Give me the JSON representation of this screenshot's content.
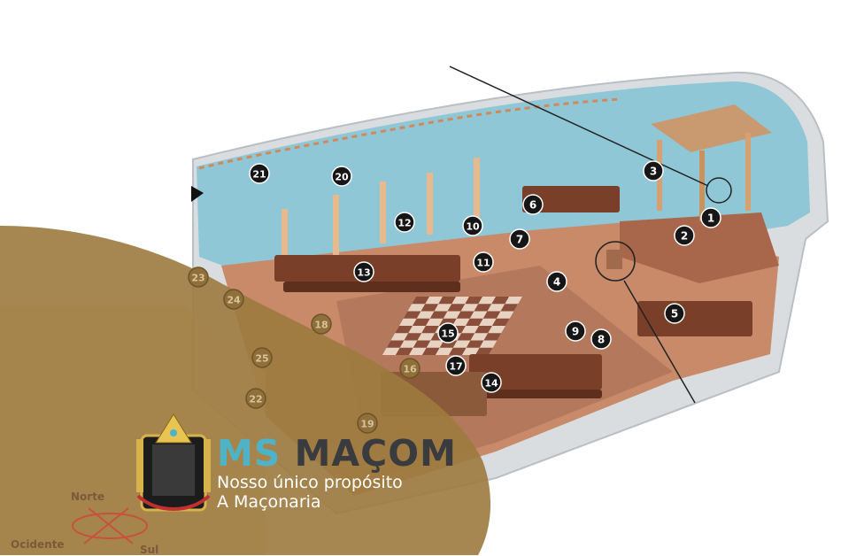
{
  "brand": {
    "title_part1": "MS",
    "title_part2": "MAÇOM",
    "tagline_1": "Nosso único propósito",
    "tagline_2": "A Maçonaria",
    "colors": {
      "ms": "#4fb3c8",
      "macom": "#3a3b3f",
      "overlay": "#9c7a3e"
    }
  },
  "compass": {
    "north": "Norte",
    "west": "Ocidente",
    "south": "Sul"
  },
  "markers": [
    {
      "n": "1",
      "style": "dark"
    },
    {
      "n": "2",
      "style": "dark"
    },
    {
      "n": "3",
      "style": "dark"
    },
    {
      "n": "4",
      "style": "dark"
    },
    {
      "n": "5",
      "style": "dark"
    },
    {
      "n": "6",
      "style": "dark"
    },
    {
      "n": "7",
      "style": "dark"
    },
    {
      "n": "8",
      "style": "dark"
    },
    {
      "n": "9",
      "style": "dark"
    },
    {
      "n": "10",
      "style": "dark"
    },
    {
      "n": "11",
      "style": "dark"
    },
    {
      "n": "12",
      "style": "dark"
    },
    {
      "n": "13",
      "style": "dark"
    },
    {
      "n": "14",
      "style": "dark"
    },
    {
      "n": "15",
      "style": "dark"
    },
    {
      "n": "16",
      "style": "faded"
    },
    {
      "n": "17",
      "style": "dark"
    },
    {
      "n": "18",
      "style": "faded"
    },
    {
      "n": "19",
      "style": "faded"
    },
    {
      "n": "20",
      "style": "dark"
    },
    {
      "n": "21",
      "style": "dark"
    },
    {
      "n": "22",
      "style": "faded"
    },
    {
      "n": "23",
      "style": "faded"
    },
    {
      "n": "24",
      "style": "faded"
    },
    {
      "n": "25",
      "style": "faded"
    }
  ]
}
